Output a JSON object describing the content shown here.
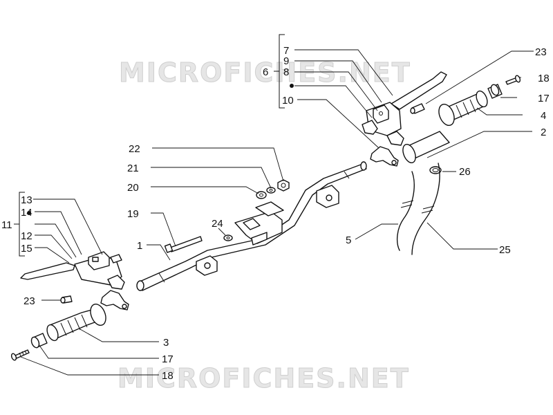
{
  "watermarks": [
    "MICROFICHES.NET",
    "MICROFICHES.NET"
  ],
  "callouts": {
    "c1": "1",
    "c2": "2",
    "c3": "3",
    "c4": "4",
    "c5": "5",
    "c6": "6",
    "c7": "7",
    "c8": "8",
    "c9": "9",
    "c10": "10",
    "c11": "11",
    "c12": "12",
    "c13": "13",
    "c14": "14",
    "c15": "15",
    "c17a": "17",
    "c17b": "17",
    "c18a": "18",
    "c18b": "18",
    "c19": "19",
    "c20": "20",
    "c21": "21",
    "c22": "22",
    "c23a": "23",
    "c23b": "23",
    "c24": "24",
    "c25": "25",
    "c26": "26"
  },
  "colors": {
    "line": "#111111",
    "watermark": "#e6e6e6"
  }
}
